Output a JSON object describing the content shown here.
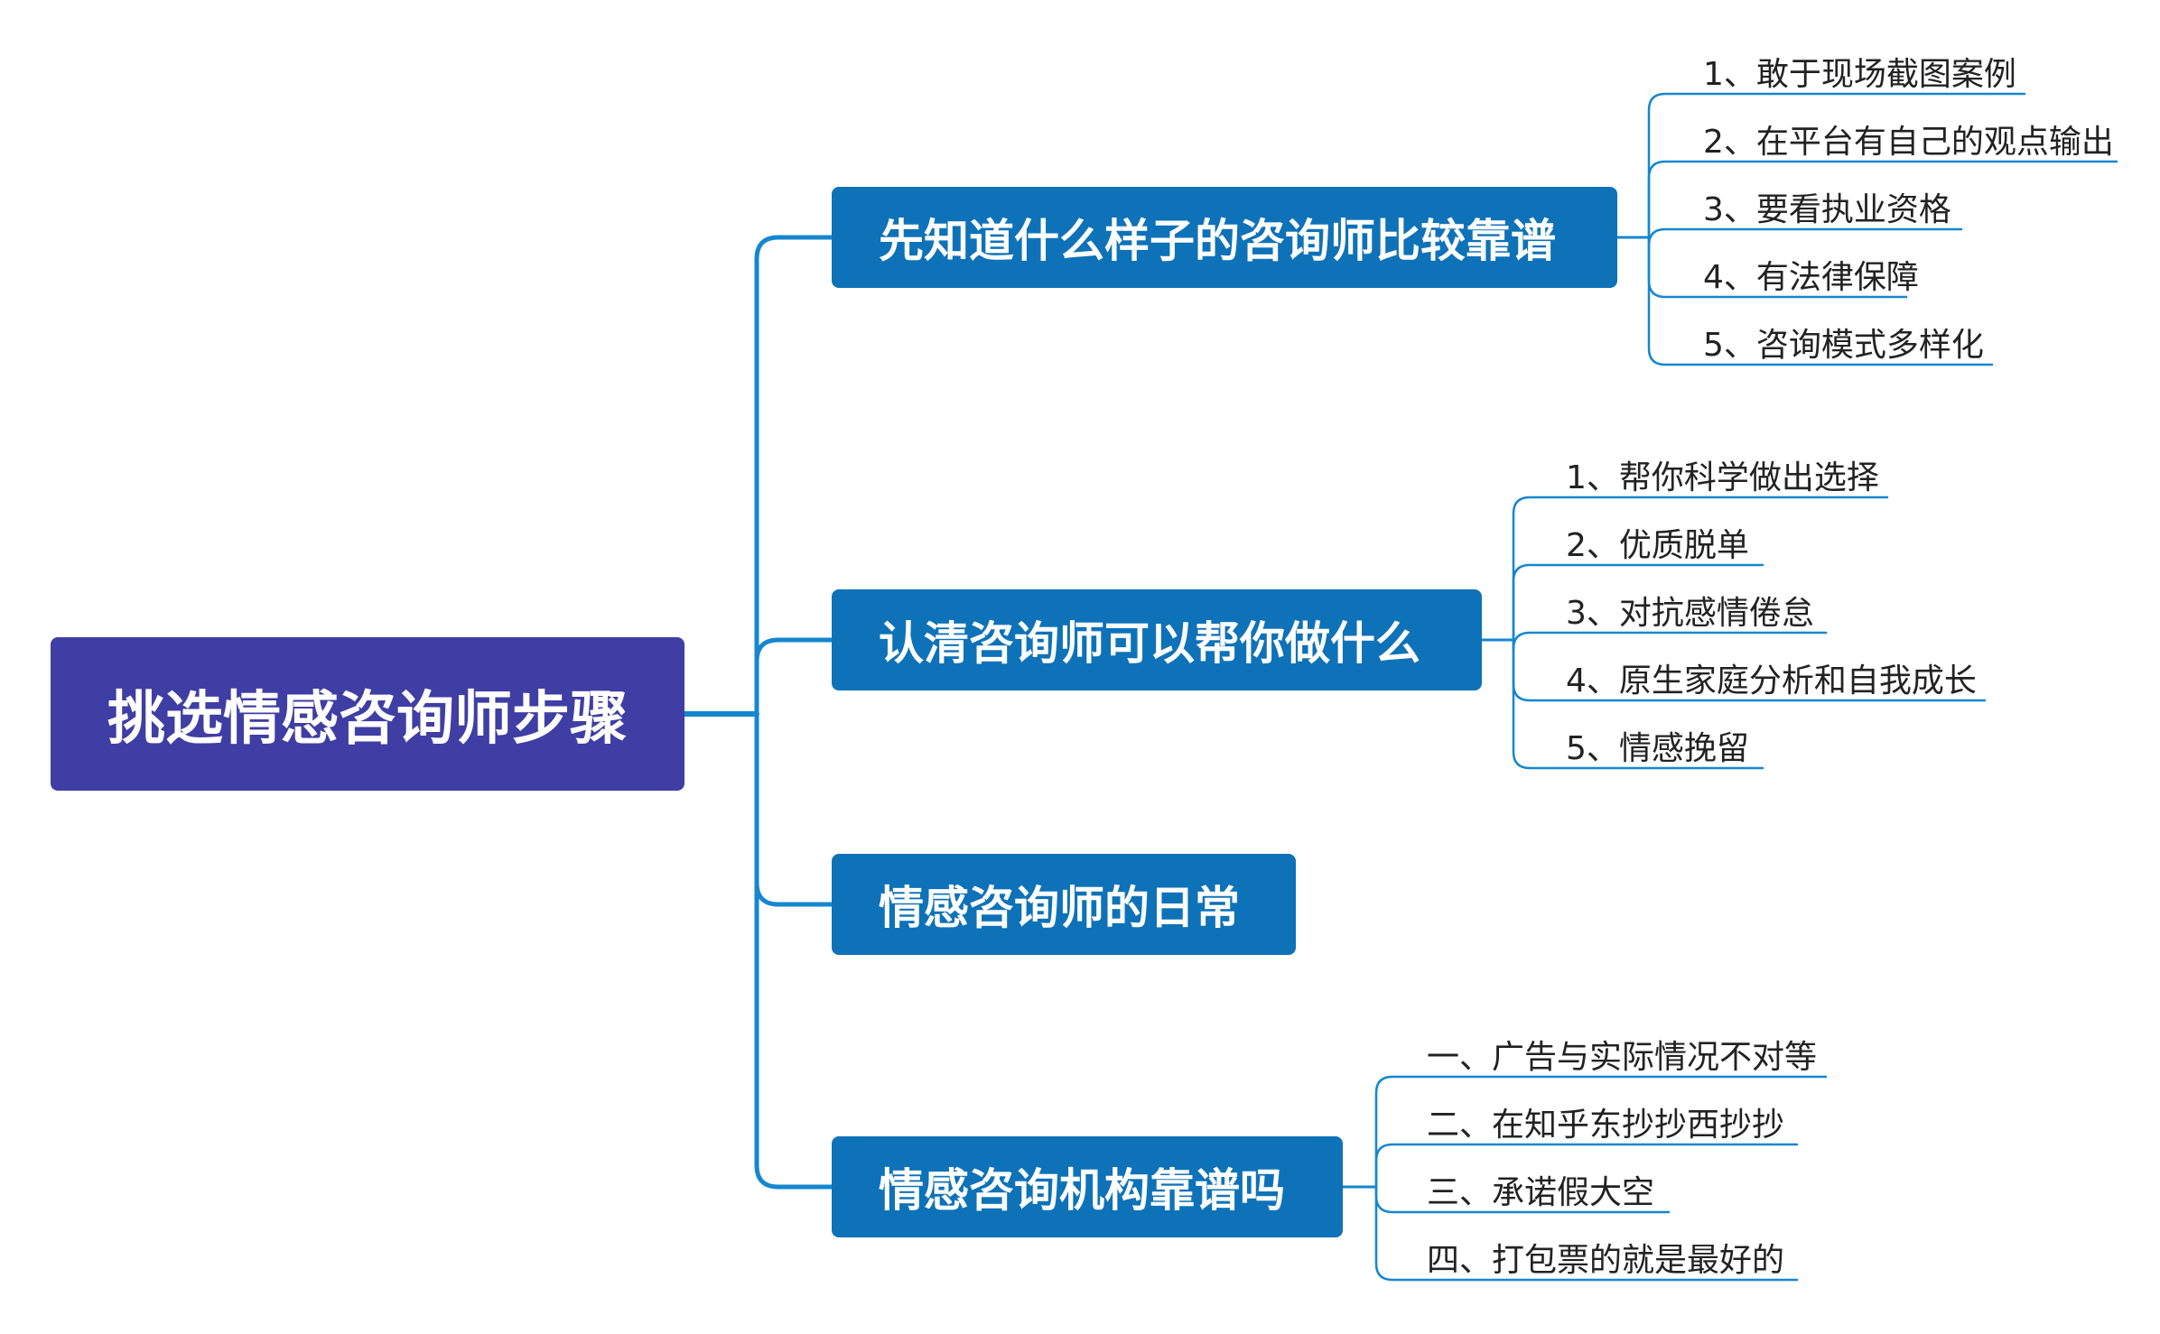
{
  "colors": {
    "root_bg": "#3f3ea4",
    "branch_bg": "#0e72b8",
    "connector": "#1487cf",
    "leaf_text": "#222222"
  },
  "root": {
    "label": "挑选情感咨询师步骤"
  },
  "branches": [
    {
      "label": "先知道什么样子的咨询师比较靠谱",
      "items": [
        "1、敢于现场截图案例",
        "2、在平台有自己的观点输出",
        "3、要看执业资格",
        "4、有法律保障",
        "5、咨询模式多样化"
      ]
    },
    {
      "label": "认清咨询师可以帮你做什么",
      "items": [
        "1、帮你科学做出选择",
        "2、优质脱单",
        "3、对抗感情倦怠",
        "4、原生家庭分析和自我成长",
        "5、情感挽留"
      ]
    },
    {
      "label": "情感咨询师的日常",
      "items": []
    },
    {
      "label": "情感咨询机构靠谱吗",
      "items": [
        "一、广告与实际情况不对等",
        "二、在知乎东抄抄西抄抄",
        "三、承诺假大空",
        "四、打包票的就是最好的"
      ]
    }
  ]
}
